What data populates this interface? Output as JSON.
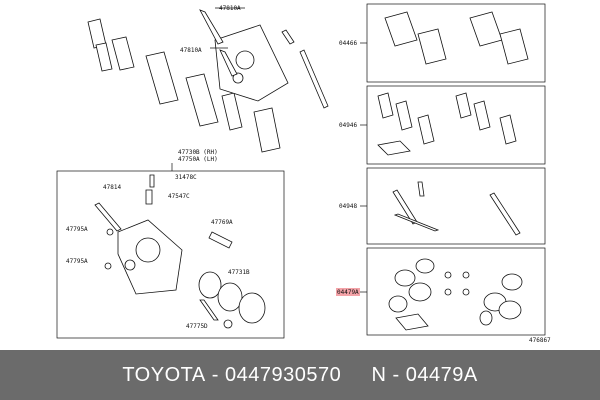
{
  "labels": {
    "l47810a_top": "47810A",
    "l47810a_mid": "47810A",
    "l04466": "04466",
    "l04946": "04946",
    "l04948": "04948",
    "l04479a": "04479A",
    "l47730b": "47730B (RH)",
    "l47750a": "47750A (LH)",
    "l47814": "47814",
    "l31478c": "31478C",
    "l47547c": "47547C",
    "l47795a_1": "47795A",
    "l47795a_2": "47795A",
    "l47769a": "47769A",
    "l47731b": "47731B",
    "l47775d": "47775D",
    "l476867": "476867"
  },
  "footer": {
    "brand": "TOYOTA",
    "sep1": " - ",
    "part_number": "0447930570",
    "sep2": "     N - ",
    "kit_number": "04479A"
  },
  "colors": {
    "footer_bg": "#6b6b6b",
    "highlight": "#f4a3a8"
  }
}
